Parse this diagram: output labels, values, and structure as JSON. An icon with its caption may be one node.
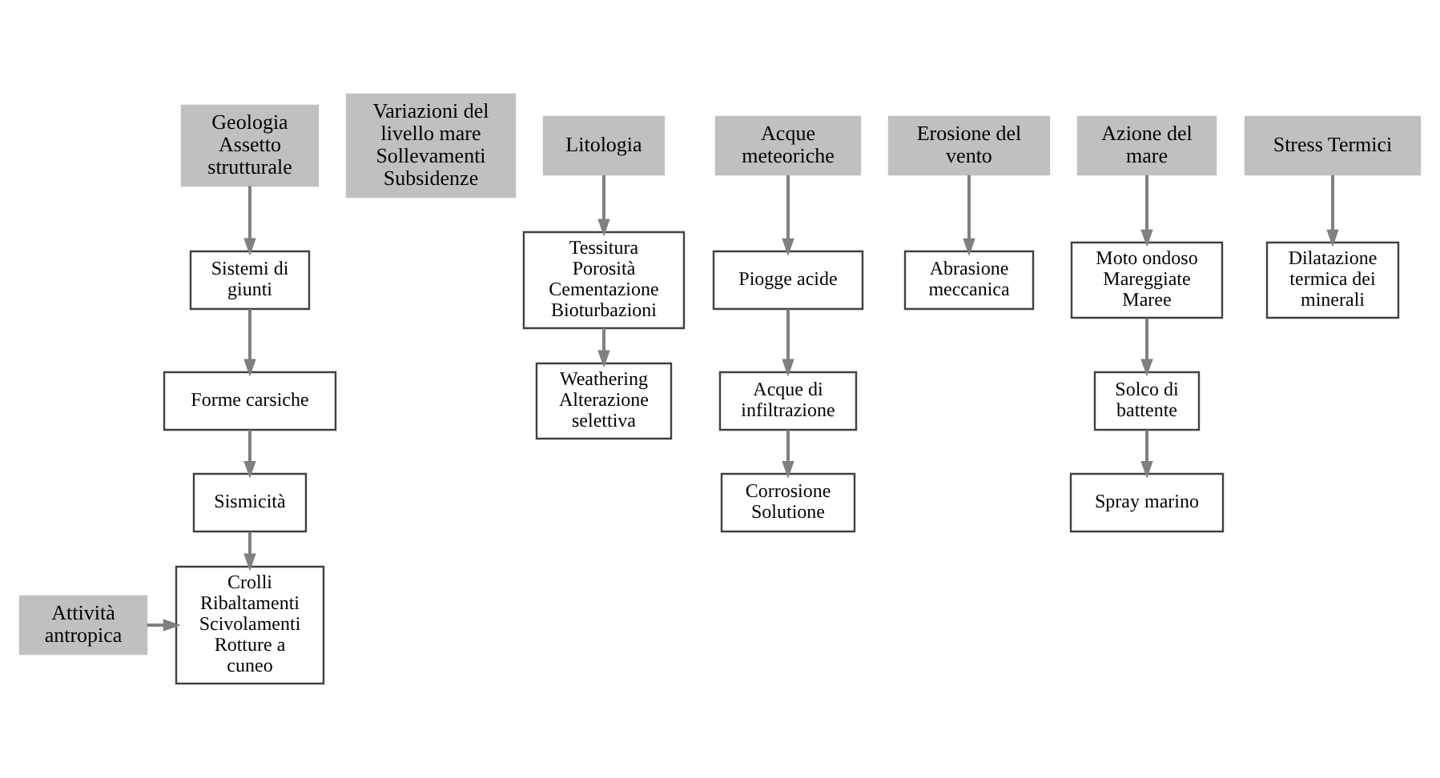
{
  "diagram": {
    "nodes": [
      {
        "text": [
          "Geologia Assetto strutturale"
        ]
      },
      {
        "text": [
          "Variazioni del livello mare Sollevamenti Subsidenze"
        ]
      },
      {
        "text": [
          "Litologia"
        ]
      },
      {
        "text": [
          "Acque meteoriche"
        ]
      },
      {
        "text": [
          "Erosione del vento"
        ]
      },
      {
        "text": [
          "Azione del mare"
        ]
      },
      {
        "text": [
          "Stress Termici"
        ]
      },
      {
        "text": [
          "Sistemi di giunti"
        ]
      },
      {
        "text": [
          "Forme carsiche"
        ]
      },
      {
        "text": [
          "Sismicità"
        ]
      },
      {
        "text": [
          "Crolli Ribaltamenti Scivolamenti Rotture a cuneo"
        ]
      },
      {
        "text": [
          "Attività antropica"
        ]
      },
      {
        "text": [
          "Tessitura Porosità Cementazione Bioturbazioni"
        ]
      },
      {
        "text": [
          "Weathering Alterazione selettiva"
        ]
      },
      {
        "text": [
          "Piogge acide"
        ]
      },
      {
        "text": [
          "Acque di infiltrazione"
        ]
      },
      {
        "text": [
          "Corrosione Solutione"
        ]
      },
      {
        "text": [
          "Abrasione meccanica"
        ]
      },
      {
        "text": [
          "Moto ondoso Mareggiate Maree"
        ]
      },
      {
        "text": [
          "Solco di battente"
        ]
      },
      {
        "text": [
          "Spray marino"
        ]
      },
      {
        "text": [
          "Dilatazione termica dei minerali"
        ]
      }
    ],
    "edges": [
      {
        "from": 0,
        "to": 7,
        "arrow": "to"
      },
      {
        "from": 7,
        "to": 8,
        "arrow": "to"
      },
      {
        "from": 8,
        "to": 9,
        "arrow": "to"
      },
      {
        "from": 9,
        "to": 10,
        "arrow": "to"
      },
      {
        "from": 11,
        "to": 10,
        "arrow": "to"
      },
      {
        "from": 2,
        "to": 12,
        "arrow": "to"
      },
      {
        "from": 12,
        "to": 13,
        "arrow": "to"
      },
      {
        "from": 3,
        "to": 14,
        "arrow": "to"
      },
      {
        "from": 14,
        "to": 15,
        "arrow": "to"
      },
      {
        "from": 15,
        "to": 16,
        "arrow": "to"
      },
      {
        "from": 4,
        "to": 17,
        "arrow": "to"
      },
      {
        "from": 5,
        "to": 18,
        "arrow": "to"
      },
      {
        "from": 18,
        "to": 19,
        "arrow": "to"
      },
      {
        "from": 19,
        "to": 20,
        "arrow": "to"
      },
      {
        "from": 6,
        "to": 21,
        "arrow": "to"
      }
    ]
  }
}
